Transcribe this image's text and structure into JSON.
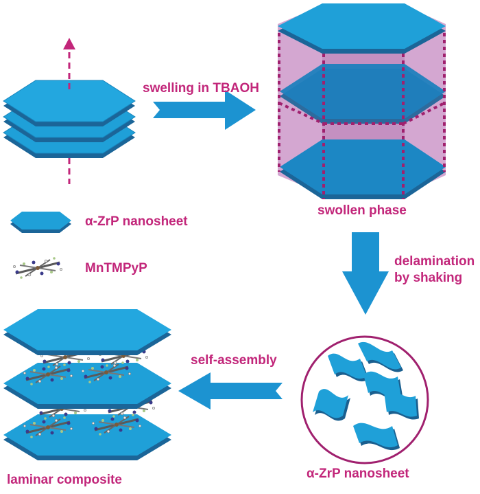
{
  "labels": {
    "swelling": "swelling in TBAOH",
    "swollen_phase": "swollen phase",
    "delamination_line1": "delamination",
    "delamination_line2": "by shaking",
    "self_assembly": "self-assembly",
    "legend_nanosheet": "α-ZrP  nanosheet",
    "legend_porphyrin": "MnTMPyP",
    "exfoliated": "α-ZrP  nanosheet",
    "laminar": "laminar composite"
  },
  "colors": {
    "sheet_top": "#1fa0d8",
    "sheet_side": "#1a6fa6",
    "sheet_edge": "#0d3b5c",
    "arrow": "#1c93d1",
    "accent": "#c2267a",
    "prism_fill": "#c78cc3"
  },
  "icons": {
    "stack": "stacked-hexagonal-sheets",
    "swollen": "swollen-hexagonal-prism",
    "exfoliated": "dispersed-curved-nanosheets",
    "laminar": "laminar-composite-stack",
    "molecule": "porphyrin-molecule"
  }
}
